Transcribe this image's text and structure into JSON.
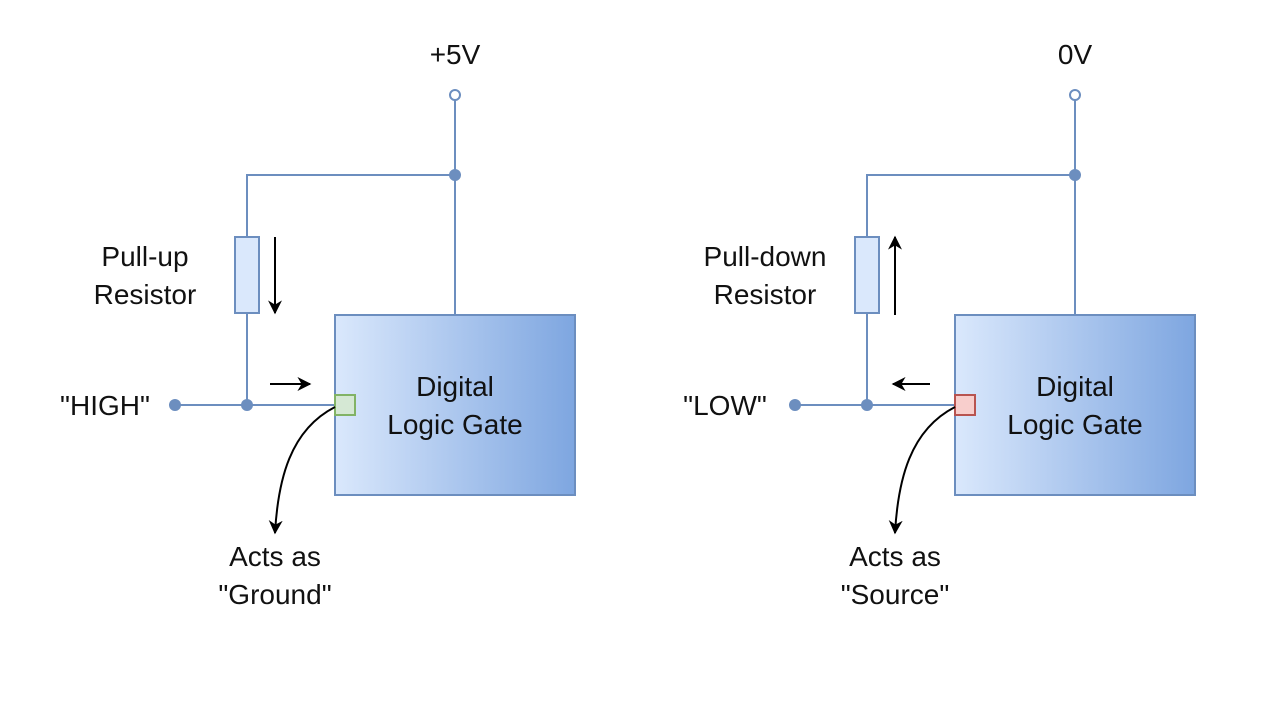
{
  "left_circuit": {
    "supply_label": "+5V",
    "resistor_label": [
      "Pull-up",
      "Resistor"
    ],
    "input_label": "\"HIGH\"",
    "gate_label": [
      "Digital",
      "Logic Gate"
    ],
    "acts_as_label": [
      "Acts as",
      "\"Ground\""
    ]
  },
  "right_circuit": {
    "supply_label": "0V",
    "resistor_label": [
      "Pull-down",
      "Resistor"
    ],
    "input_label": "\"LOW\"",
    "gate_label": [
      "Digital",
      "Logic Gate"
    ],
    "acts_as_label": [
      "Acts as",
      "\"Source\""
    ]
  },
  "colors": {
    "wire": "#6c8ebf",
    "gate_fill_start": "#dae8fc",
    "gate_fill_end": "#7ea6e0",
    "resistor_fill": "#dae8fc",
    "pin_high_fill": "#d5e8d4",
    "pin_high_stroke": "#82b366",
    "pin_low_fill": "#f8cecc",
    "pin_low_stroke": "#b85450",
    "arrow": "#000000"
  }
}
